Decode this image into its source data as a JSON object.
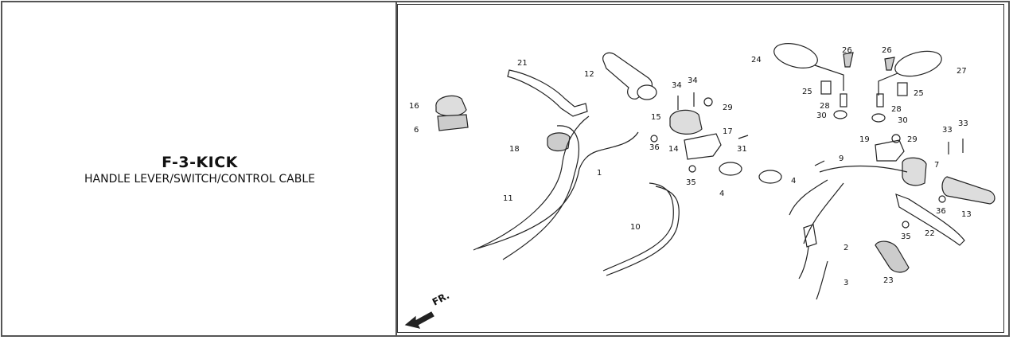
{
  "section": {
    "code": "F-3-KICK",
    "title": "HANDLE LEVER/SWITCH/CONTROL CABLE"
  },
  "diagram": {
    "direction_label": "FR.",
    "callouts": [
      "21",
      "12",
      "34",
      "34",
      "29",
      "16",
      "6",
      "15",
      "17",
      "18",
      "36",
      "14",
      "31",
      "1",
      "35",
      "4",
      "4",
      "11",
      "10",
      "24",
      "26",
      "26",
      "27",
      "25",
      "25",
      "28",
      "28",
      "30",
      "30",
      "19",
      "29",
      "33",
      "33",
      "9",
      "7",
      "13",
      "36",
      "22",
      "35",
      "2",
      "3",
      "23"
    ]
  }
}
